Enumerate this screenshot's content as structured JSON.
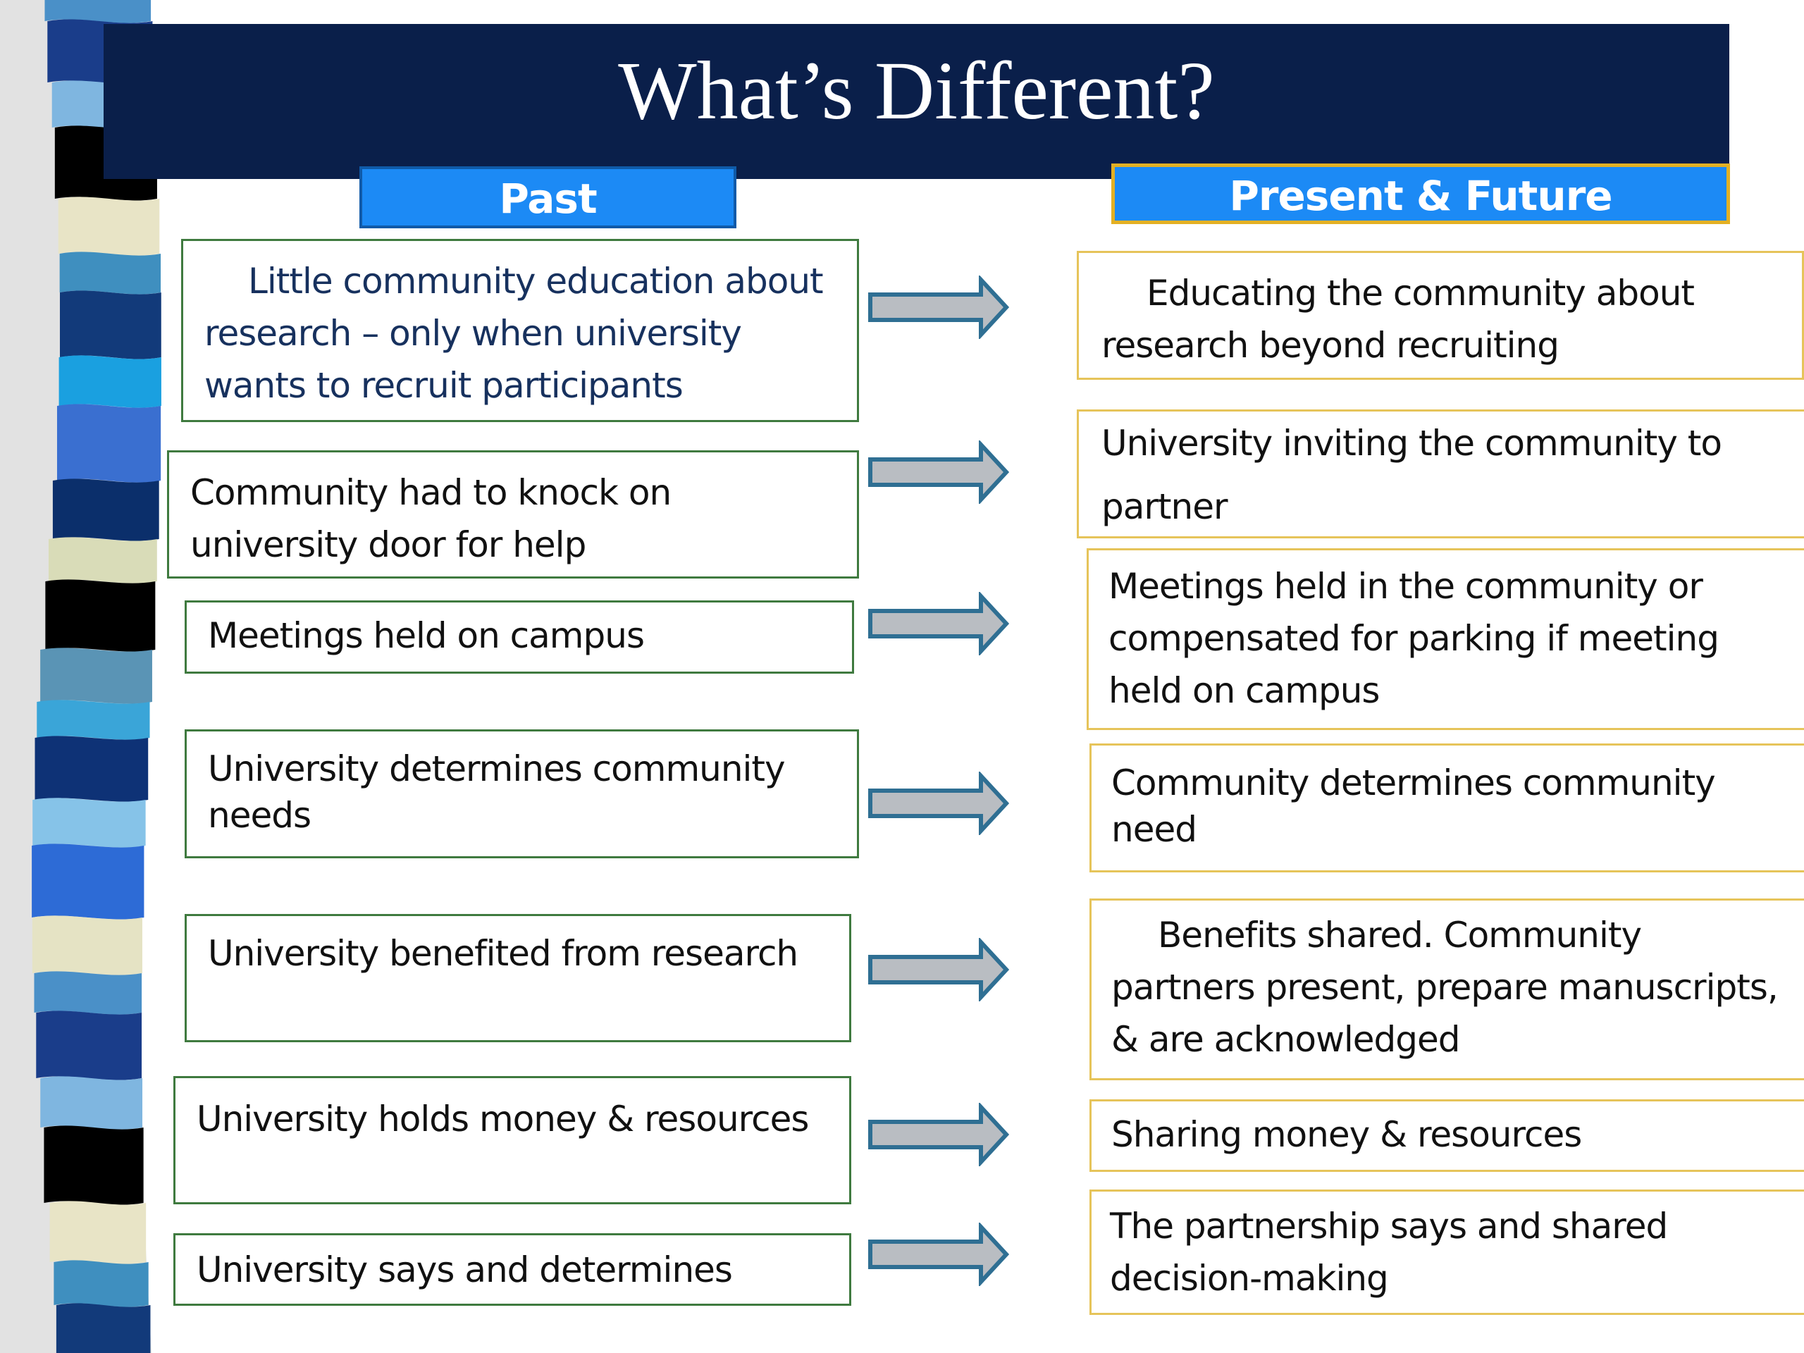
{
  "slide": {
    "title": "What’s Different?",
    "header_past": "Past",
    "header_future": "Present & Future"
  },
  "past_items": [
    "Little community education about research – only when university wants to recruit participants",
    "Community had to knock on university door for help",
    "Meetings held on campus",
    "University determines community needs",
    "University benefited from research",
    "University holds money & resources",
    "University says and determines"
  ],
  "future_items": [
    "Educating the community about research beyond recruiting",
    "University inviting the community to partner",
    "Meetings held in the community or compensated for parking if meeting held on campus",
    "Community determines community need",
    "Benefits shared. Community partners present, prepare manuscripts, & are acknowledged",
    "Sharing money & resources",
    "The partnership says and shared decision-making"
  ],
  "colors": {
    "title_bar": "#0a1f4a",
    "header_fill": "#1c8af5",
    "past_border": "#3f7a3f",
    "future_border": "#e6c45a",
    "arrow_fill": "#b9bdc2",
    "arrow_stroke": "#2f6f93"
  }
}
